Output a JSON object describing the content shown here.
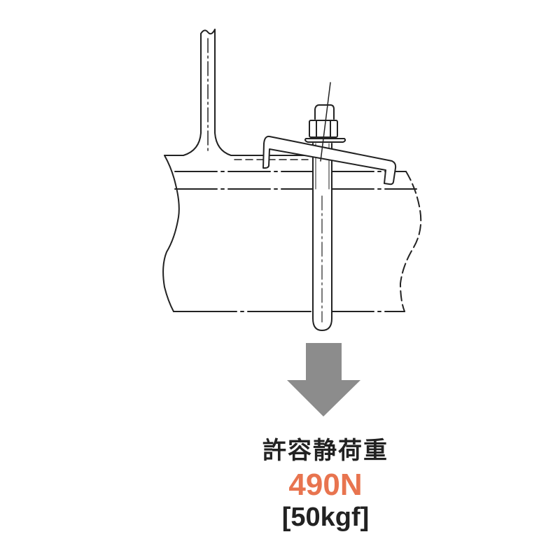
{
  "label": "許容静荷重",
  "load_value": "490N",
  "load_alt": "[50kgf]",
  "colors": {
    "value": "#e8744f",
    "arrow": "#8c8c8c",
    "line": "#222222"
  }
}
